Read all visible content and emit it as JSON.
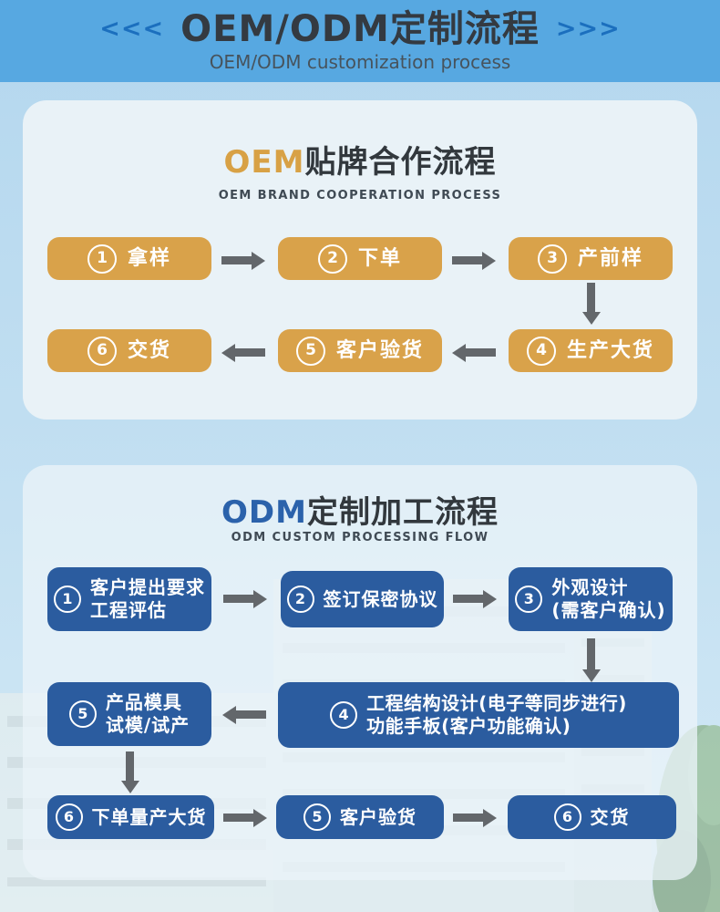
{
  "header": {
    "arrows_left": "<<<",
    "arrows_right": ">>>",
    "title": "OEM/ODM定制流程",
    "subtitle": "OEM/ODM customization process"
  },
  "oem": {
    "title_highlight": "OEM",
    "title_rest": "贴牌合作流程",
    "subtitle": "OEM BRAND COOPERATION PROCESS",
    "steps": [
      {
        "num": "1",
        "label": "拿样"
      },
      {
        "num": "2",
        "label": "下单"
      },
      {
        "num": "3",
        "label": "产前样"
      },
      {
        "num": "4",
        "label": "生产大货"
      },
      {
        "num": "5",
        "label": "客户验货"
      },
      {
        "num": "6",
        "label": "交货"
      }
    ]
  },
  "odm": {
    "title_highlight": "ODM",
    "title_rest": "定制加工流程",
    "subtitle": "ODM CUSTOM PROCESSING FLOW",
    "steps": [
      {
        "num": "1",
        "line1": "客户提出要求",
        "line2": "工程评估"
      },
      {
        "num": "2",
        "line1": "签订保密协议"
      },
      {
        "num": "3",
        "line1": "外观设计",
        "line2": "(需客户确认)"
      },
      {
        "num": "4",
        "line1": "工程结构设计(电子等同步进行)",
        "line2": "功能手板(客户功能确认)"
      },
      {
        "num": "5",
        "line1": "产品模具",
        "line2": "试模/试产"
      },
      {
        "num": "6",
        "line1": "下单量产大货"
      },
      {
        "num": "5",
        "line1": "客户验货"
      },
      {
        "num": "6",
        "line1": "交货"
      }
    ]
  },
  "colors": {
    "header_bg": "#57a8e1",
    "header_chevron": "#1b6fbe",
    "page_bg_top": "#b4d7ee",
    "card_bg": "#e9f2f7",
    "oem_accent": "#d9a24a",
    "odm_accent": "#2b5c9f",
    "odm_title_blue": "#2b62ab",
    "oem_title_gold": "#d8a145",
    "arrow_gray": "#63676b",
    "title_dark": "#32383d"
  }
}
